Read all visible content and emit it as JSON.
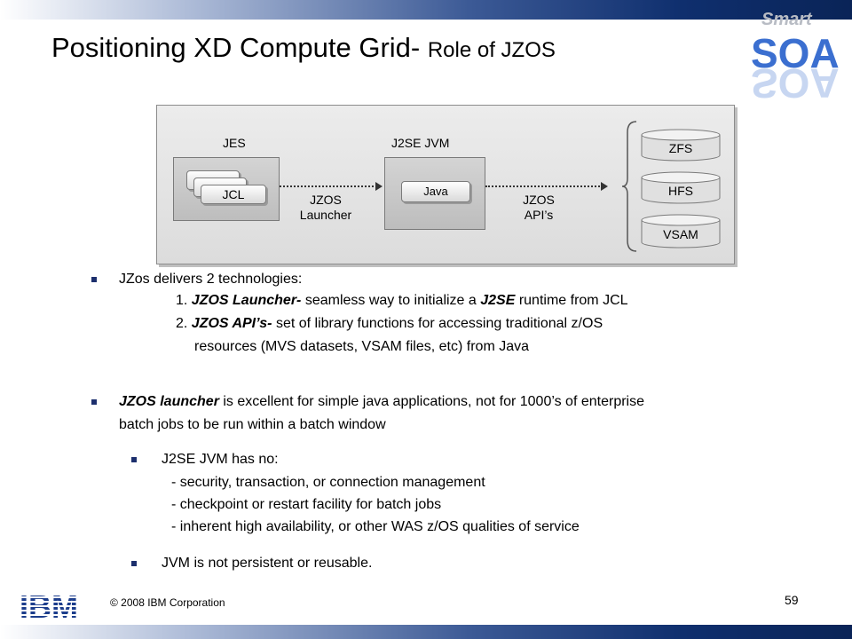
{
  "title": {
    "main": "Positioning XD Compute Grid- ",
    "sub": "Role of JZOS"
  },
  "logo": {
    "text_top": "Smart",
    "text_main": "SOA"
  },
  "diagram": {
    "jes_label": "JES",
    "jcl_label": "JCL",
    "launcher_label_1": "JZOS",
    "launcher_label_2": "Launcher",
    "jvm_label": "J2SE JVM",
    "java_label": "Java",
    "apis_label_1": "JZOS",
    "apis_label_2": "API’s",
    "stores": [
      "ZFS",
      "HFS",
      "VSAM"
    ]
  },
  "bullets": {
    "b1": {
      "text": "JZos delivers 2 technologies:",
      "items": [
        {
          "num": "1.",
          "bold": "JZOS Launcher-",
          "rest": " seamless way to initialize a ",
          "bold2": "J2SE",
          "rest2": " runtime from JCL"
        },
        {
          "num": "2.",
          "bold": "JZOS API’s-",
          "rest": " set of library functions for accessing traditional z/OS",
          "line2": "resources (MVS datasets, VSAM files, etc) from Java"
        }
      ]
    },
    "b2": {
      "bold": "JZOS launcher",
      "rest": " is excellent for simple java applications, not for 1000’s of enterprise",
      "line2": "batch jobs to be run within a batch window"
    },
    "b3": {
      "text": "J2SE JVM has no:",
      "lines": [
        "- security, transaction, or connection management",
        "- checkpoint or restart facility for batch jobs",
        "- inherent high availability, or other WAS z/OS qualities of service"
      ]
    },
    "b4": {
      "text": "JVM is not persistent or reusable."
    }
  },
  "footer": {
    "ibm": "IBM",
    "copyright": "© 2008 IBM Corporation",
    "page_number": "59"
  }
}
